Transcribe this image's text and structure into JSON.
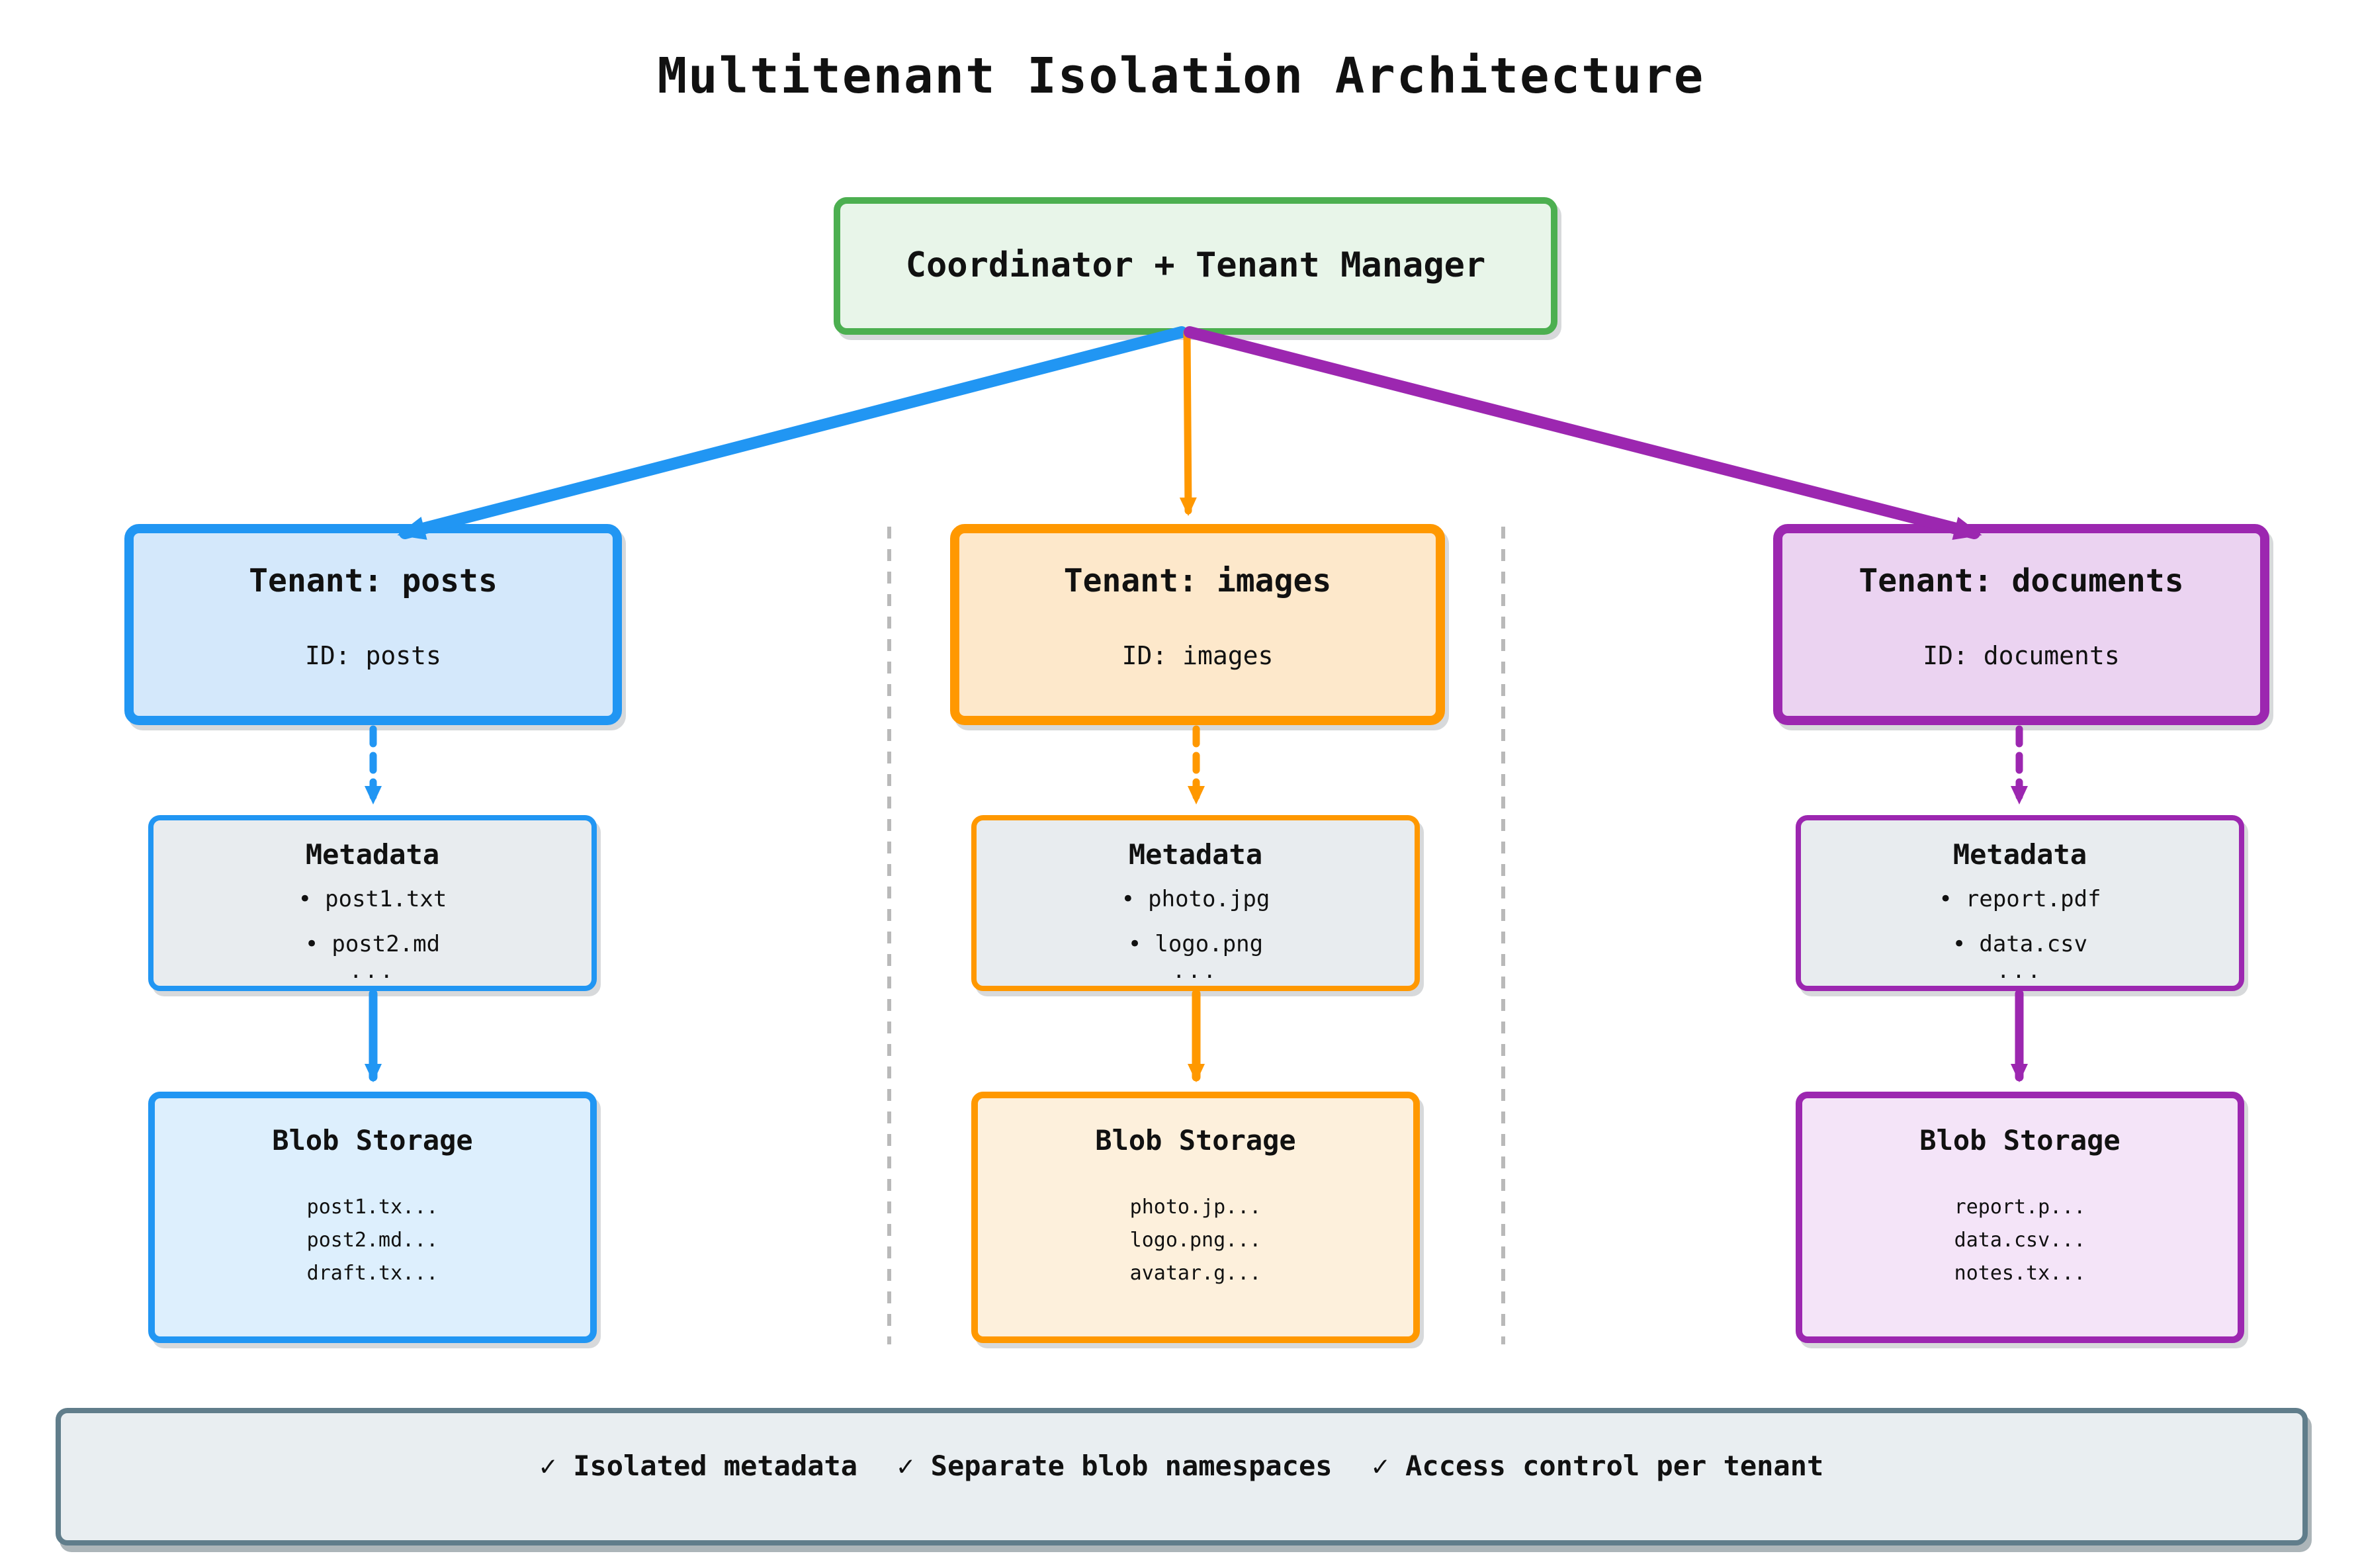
{
  "title": "Multitenant Isolation Architecture",
  "coordinator": {
    "label": "Coordinator + Tenant Manager"
  },
  "ui": {
    "bullet": "•"
  },
  "colors": {
    "green-border": "#4caf50",
    "green-fill": "#e8f5e9",
    "meta-fill": "#e8ecef",
    "footer-fill": "#e9eef1",
    "footer-border": "#607d8b",
    "separator": "#b9b9b9"
  },
  "tenants": [
    {
      "title": "Tenant: posts",
      "id_label": "ID: posts",
      "colors": {
        "border": "#2196f3",
        "tenant_fill": "#d4e8fb",
        "blob_fill": "#ddeffd"
      },
      "metadata": {
        "title": "Metadata",
        "items": [
          "post1.txt",
          "post2.md"
        ],
        "more": "..."
      },
      "blob": {
        "title": "Blob Storage",
        "items": [
          "post1.tx...",
          "post2.md...",
          "draft.tx..."
        ]
      }
    },
    {
      "title": "Tenant: images",
      "id_label": "ID: images",
      "colors": {
        "border": "#ff9800",
        "tenant_fill": "#fde8cb",
        "blob_fill": "#fdf0dc"
      },
      "metadata": {
        "title": "Metadata",
        "items": [
          "photo.jpg",
          "logo.png"
        ],
        "more": "..."
      },
      "blob": {
        "title": "Blob Storage",
        "items": [
          "photo.jp...",
          "logo.png...",
          "avatar.g..."
        ]
      }
    },
    {
      "title": "Tenant: documents",
      "id_label": "ID: documents",
      "colors": {
        "border": "#9c27b0",
        "tenant_fill": "#ebd3f1",
        "blob_fill": "#f4e4f8"
      },
      "metadata": {
        "title": "Metadata",
        "items": [
          "report.pdf",
          "data.csv"
        ],
        "more": "..."
      },
      "blob": {
        "title": "Blob Storage",
        "items": [
          "report.p...",
          "data.csv...",
          "notes.tx..."
        ]
      }
    }
  ],
  "footer": {
    "items": [
      "✓ Isolated metadata",
      "✓ Separate blob namespaces",
      "✓ Access control per tenant"
    ]
  }
}
